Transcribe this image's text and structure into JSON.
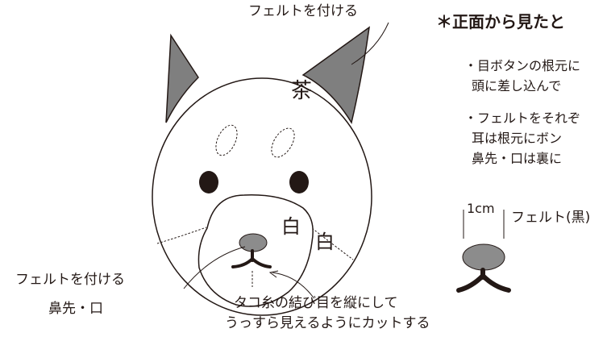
{
  "labels": {
    "felt_ears": "フェルトを付ける",
    "tea": "茶",
    "white_1": "白",
    "white_2": "白",
    "felt_nose": "フェルトを付ける",
    "nose_mouth": "鼻先・口",
    "knot_line1": "タコ糸の結び目を縦にして",
    "knot_line2": "うっすら見えるようにカットする"
  },
  "notes": {
    "heading": "＊正面から見たと",
    "bullet1_line1": "・目ボタンの根元に",
    "bullet1_line2": "頭に差し込んで",
    "bullet2_line1": "・フェルトをそれぞ",
    "bullet2_line2": "耳は根元にボン",
    "bullet2_line3": "鼻先・口は裏に"
  },
  "felt_sample": {
    "dimension": "1cm",
    "label": "フェルト(黒)"
  },
  "colors": {
    "line": "#231815",
    "ear_fill": "#7f7f7f",
    "nose_fill": "#8c8c8c",
    "eye_fill": "#231815"
  }
}
